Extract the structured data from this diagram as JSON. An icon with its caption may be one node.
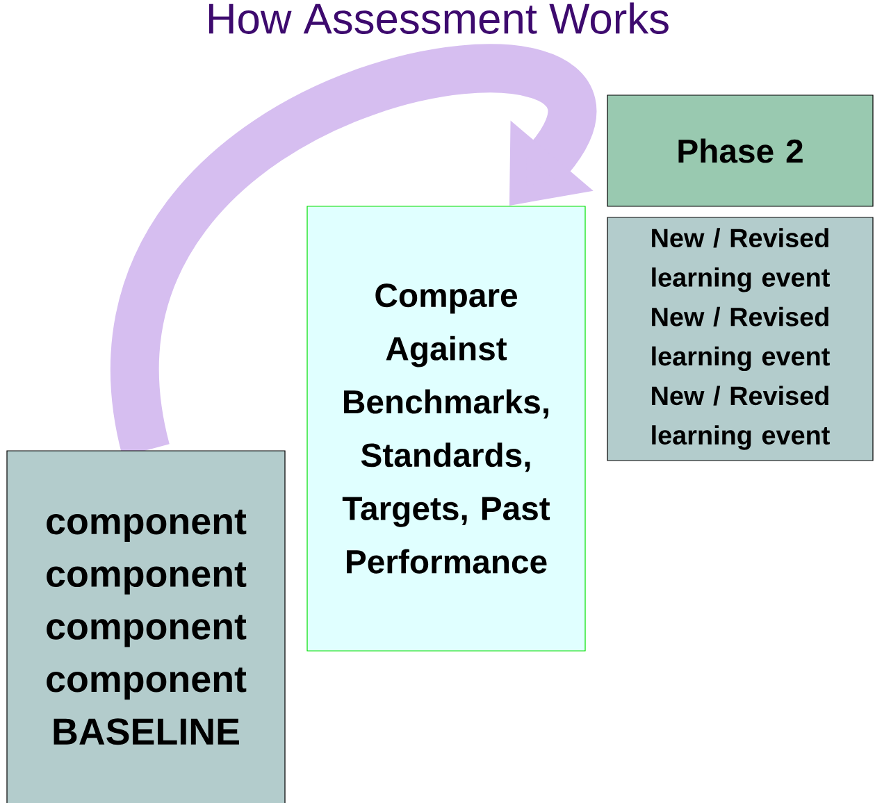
{
  "diagram": {
    "title": "How Assessment Works",
    "nodes": [
      {
        "text": [
          "Phase 2"
        ]
      },
      {
        "text": [
          "New / Revised learning event",
          "New / Revised learning event",
          "New / Revised learning event"
        ]
      },
      {
        "text": [
          "Compare Against Benchmarks, Standards, Targets, Past Performance"
        ]
      },
      {
        "text": [
          "component",
          "component",
          "component",
          "component",
          "BASELINE"
        ]
      }
    ],
    "edges": [
      {
        "from": 3,
        "to": 2,
        "arrow": "to"
      }
    ]
  }
}
